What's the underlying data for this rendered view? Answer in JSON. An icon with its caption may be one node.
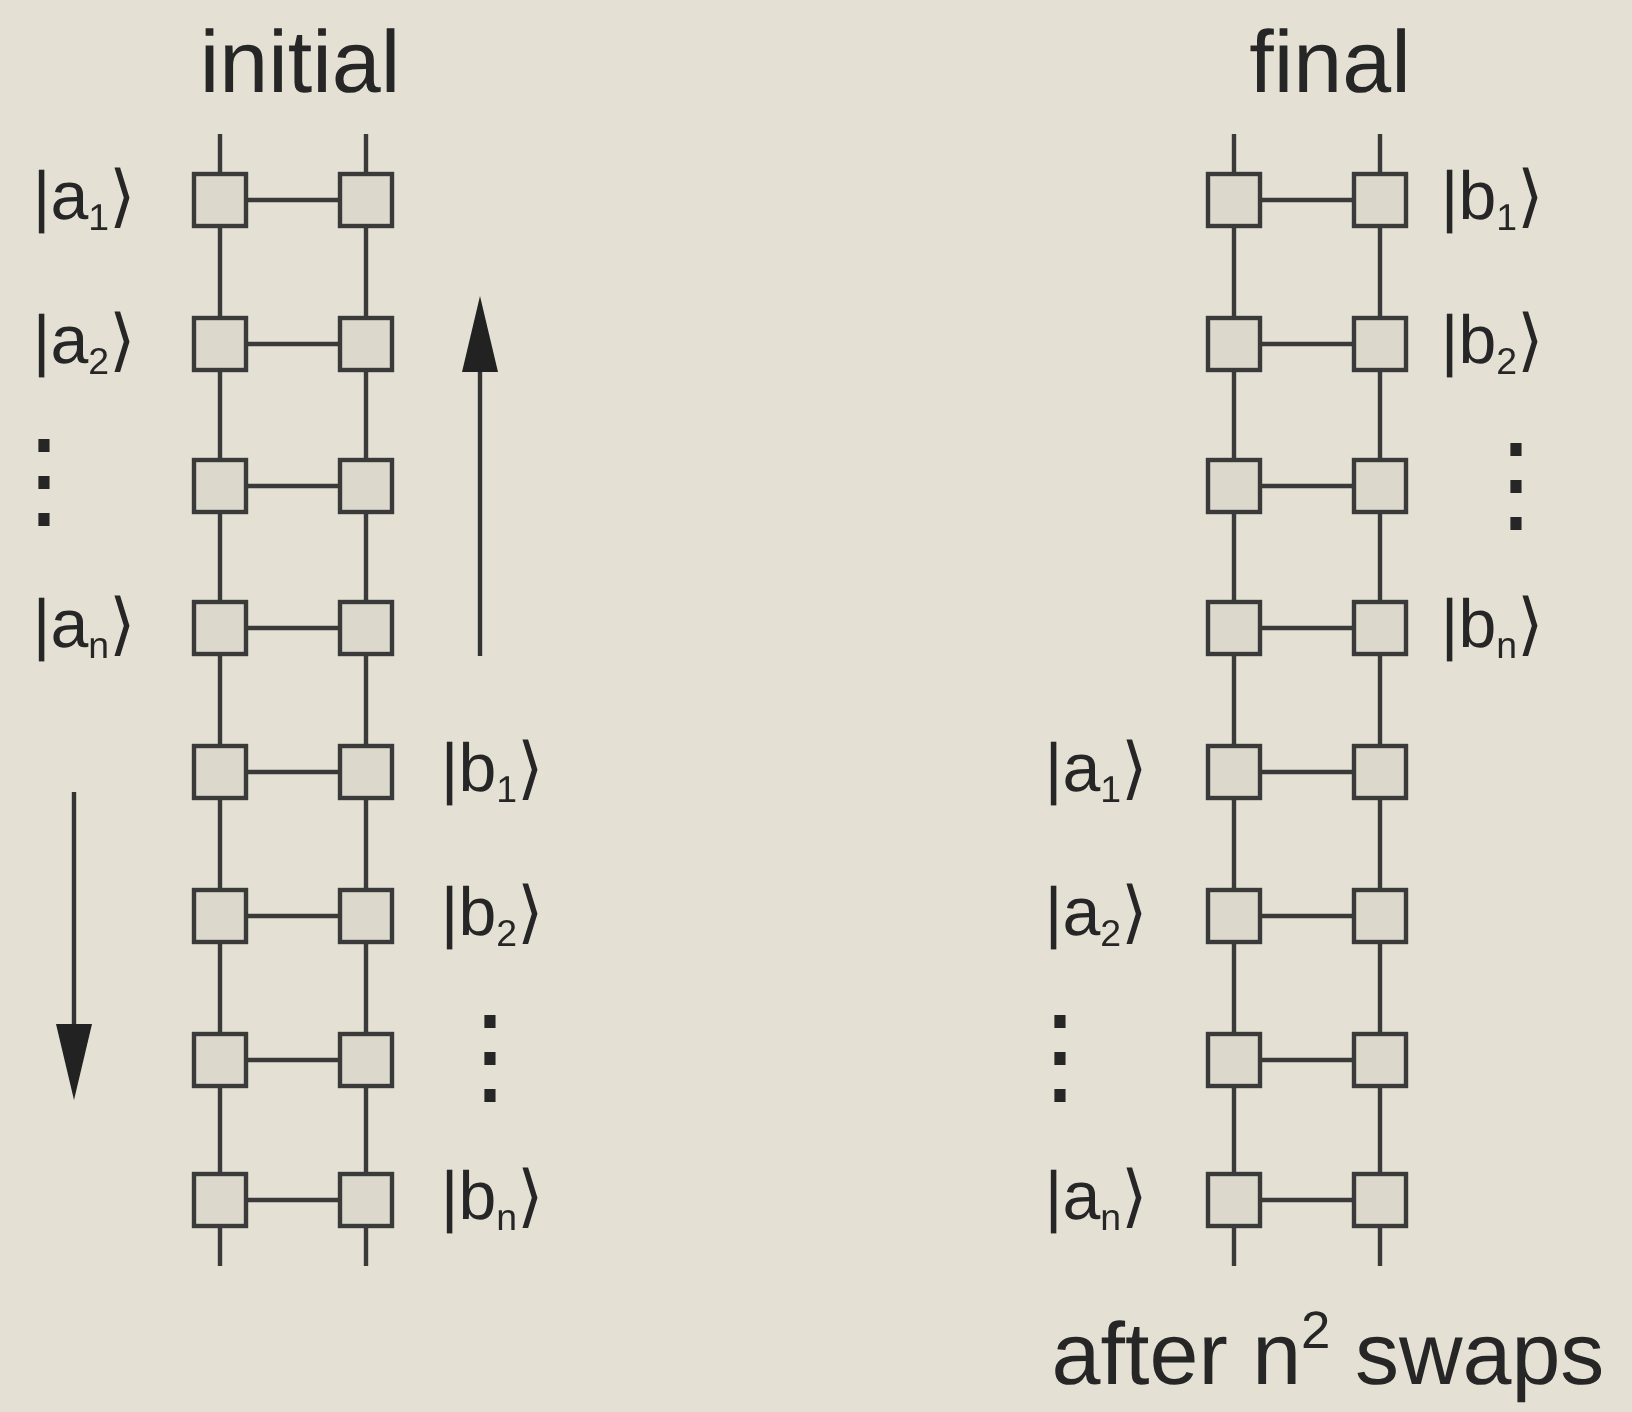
{
  "diagram": {
    "caption": "after n$^{2}$ swaps",
    "labels": [
      "initial",
      "final",
      "|a$_{1}$⟩",
      "|b$_{1}$⟩",
      "|a$_{2}$⟩",
      "|b$_{2}$⟩",
      "⋮",
      "⋮",
      "|a$_{n}$⟩",
      "|b$_{n}$⟩",
      "|b$_{1}$⟩",
      "|a$_{1}$⟩",
      "|b$_{2}$⟩",
      "|a$_{2}$⟩",
      "⋮",
      "⋮",
      "|b$_{n}$⟩",
      "|a$_{n}$⟩"
    ]
  }
}
